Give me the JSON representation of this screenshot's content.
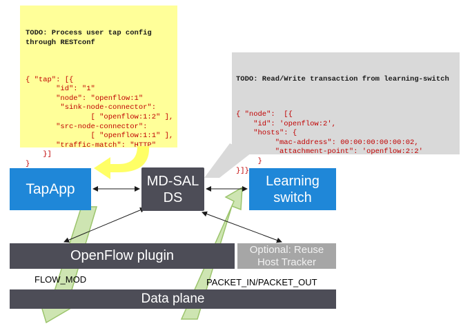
{
  "yellow_note": {
    "todo": "TODO: Process user tap config\nthrough RESTconf",
    "code": "{ \"tap\": [{\n       \"id\": \"1\"\n       \"node\": \"openflow:1\"\n        \"sink-node-connector\":\n               [ \"openflow:1:2\" ],\n       \"src-node-connector\":\n               [ \"openflow:1:1\" ],\n       \"traffic-match\": \"HTTP\"\n    }]\n}"
  },
  "gray_note": {
    "todo": "TODO: Read/Write transaction from learning-switch",
    "code": "{ \"node\":  [{\n    \"id\": 'openflow:2',\n    \"hosts\": {\n         \"mac-address\": 00:00:00:00:00:02,\n         \"attachment-point\": 'openflow:2:2'\n     }\n}]}"
  },
  "boxes": {
    "tapapp": "TapApp",
    "mdsal_line1": "MD-SAL",
    "mdsal_line2": "DS",
    "learning_line1": "Learning",
    "learning_line2": "switch",
    "openflow_plugin": "OpenFlow plugin",
    "host_tracker_line1": "Optional: Reuse",
    "host_tracker_line2": "Host Tracker",
    "data_plane": "Data plane"
  },
  "labels": {
    "flow_mod": "FLOW_MOD",
    "packet_in_out": "PACKET_IN/PACKET_OUT"
  },
  "colors": {
    "blue_box": "#1f87d8",
    "dark_box": "#4d4d57",
    "gray_box": "#a6a6a6",
    "note_yellow": "#ffff99",
    "note_gray": "#d9d9d9",
    "code_red": "#c00000",
    "arrow_green": "#c6e0a4"
  }
}
